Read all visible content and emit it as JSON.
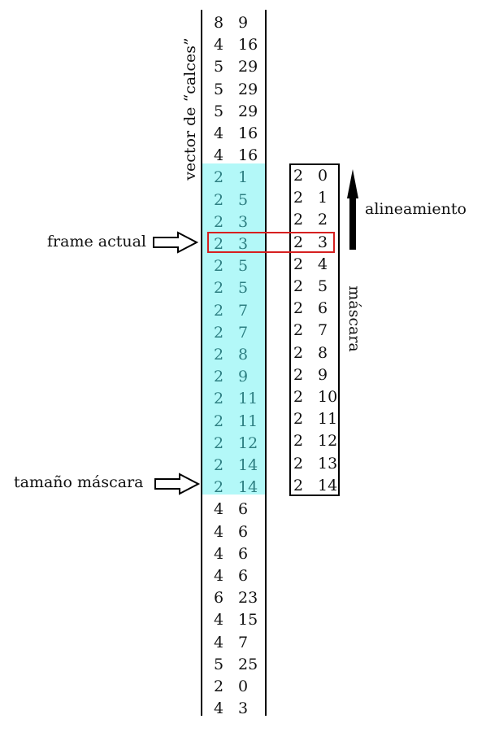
{
  "labels": {
    "vector_title": "vector de “calces”",
    "frame_actual": "frame actual",
    "tamano_mascara": "tamaño máscara",
    "alineamiento": "alineamiento",
    "mascara": "máscara"
  },
  "colors": {
    "highlight": "#b3f8f8",
    "frame_box": "#d62020",
    "highlight_text": "#2e7f82"
  },
  "vector_rows": [
    [
      "8",
      "9"
    ],
    [
      "4",
      "16"
    ],
    [
      "5",
      "29"
    ],
    [
      "5",
      "29"
    ],
    [
      "5",
      "29"
    ],
    [
      "4",
      "16"
    ],
    [
      "4",
      "16"
    ],
    [
      "2",
      "1"
    ],
    [
      "2",
      "5"
    ],
    [
      "2",
      "3"
    ],
    [
      "2",
      "3"
    ],
    [
      "2",
      "5"
    ],
    [
      "2",
      "5"
    ],
    [
      "2",
      "7"
    ],
    [
      "2",
      "7"
    ],
    [
      "2",
      "8"
    ],
    [
      "2",
      "9"
    ],
    [
      "2",
      "11"
    ],
    [
      "2",
      "11"
    ],
    [
      "2",
      "12"
    ],
    [
      "2",
      "14"
    ],
    [
      "2",
      "14"
    ],
    [
      "4",
      "6"
    ],
    [
      "4",
      "6"
    ],
    [
      "4",
      "6"
    ],
    [
      "4",
      "6"
    ],
    [
      "6",
      "23"
    ],
    [
      "4",
      "15"
    ],
    [
      "4",
      "7"
    ],
    [
      "5",
      "25"
    ],
    [
      "2",
      "0"
    ],
    [
      "4",
      "3"
    ]
  ],
  "highlight_range": [
    7,
    21
  ],
  "frame_actual_row": 10,
  "mask_rows": [
    [
      "2",
      "0"
    ],
    [
      "2",
      "1"
    ],
    [
      "2",
      "2"
    ],
    [
      "2",
      "3"
    ],
    [
      "2",
      "4"
    ],
    [
      "2",
      "5"
    ],
    [
      "2",
      "6"
    ],
    [
      "2",
      "7"
    ],
    [
      "2",
      "8"
    ],
    [
      "2",
      "9"
    ],
    [
      "2",
      "10"
    ],
    [
      "2",
      "11"
    ],
    [
      "2",
      "12"
    ],
    [
      "2",
      "13"
    ],
    [
      "2",
      "14"
    ]
  ]
}
